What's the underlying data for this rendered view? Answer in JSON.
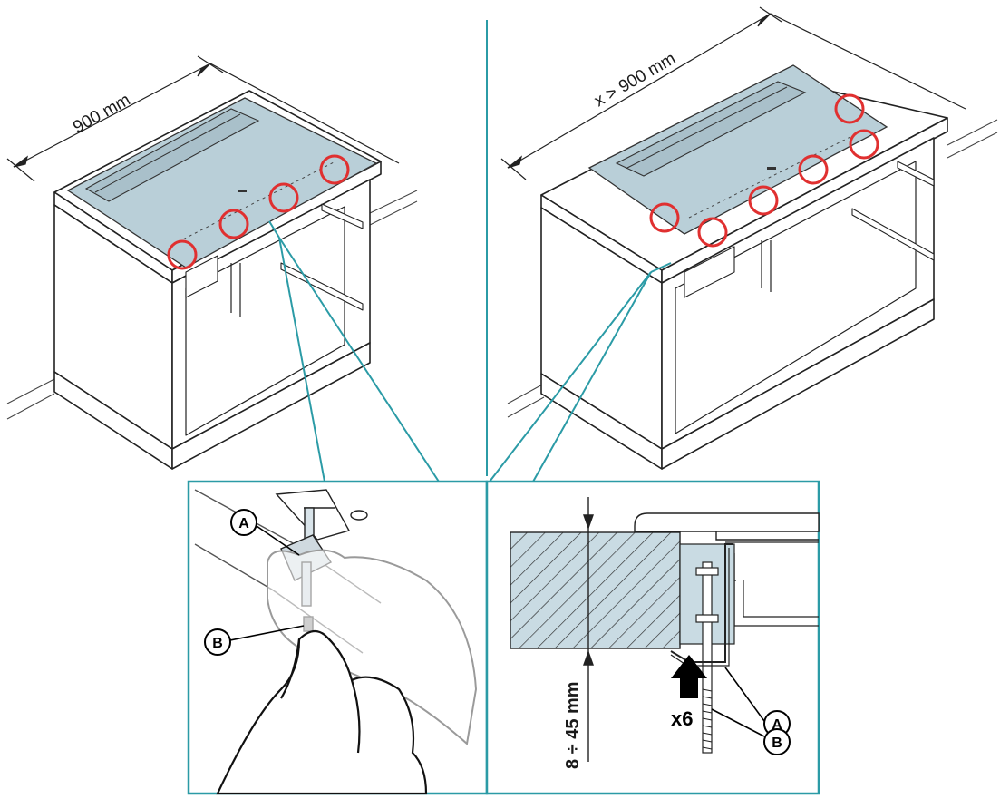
{
  "left_dimension": "900 mm",
  "right_dimension": "x > 900 mm",
  "thickness_range": "8 ÷ 45 mm",
  "quantity": "x6",
  "callouts": {
    "a": "A",
    "b": "B"
  },
  "colors": {
    "teal": "#2b9ba6",
    "glass": "#b9cfd8",
    "fixing_marker": "#e03030",
    "line": "#222222"
  },
  "icons": [
    "up-arrow-icon"
  ]
}
